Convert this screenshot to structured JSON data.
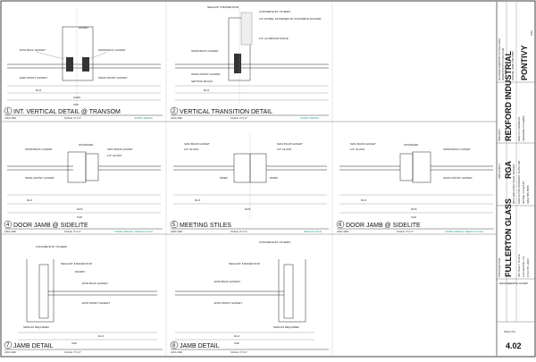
{
  "details": [
    {
      "num": "1",
      "title": "INT. VERTICAL DETAIL @ TRANSOM",
      "arch": "ARCH REF",
      "scale": "SCALE: 3\"=1'-0\"",
      "series": "SF3000 SERIES"
    },
    {
      "num": "2",
      "title": "VERTICAL TRANSITION DETAIL",
      "arch": "ARCH REF",
      "scale": "SCALE: 3\"=1'-0\"",
      "series": "SF3000 SERIES"
    },
    {
      "num": "4",
      "title": "DOOR JAMB @ SIDELITE",
      "arch": "ARCH REF",
      "scale": "SCALE: 3\"=1'-0\"",
      "series": "SF3000 SERIES / MEDIUM STILE"
    },
    {
      "num": "5",
      "title": "MEETING STILES",
      "arch": "ARCH REF",
      "scale": "SCALE: 3\"=1'-0\"",
      "series": "MEDIUM STILE"
    },
    {
      "num": "6",
      "title": "DOOR JAMB @ SIDELITE",
      "arch": "ARCH REF",
      "scale": "SCALE: 3\"=1'-0\"",
      "series": "SF3000 SERIES / MEDIUM STILE"
    },
    {
      "num": "7",
      "title": "JAMB DETAIL",
      "arch": "ARCH REF",
      "scale": "SCALE: 3\"=1'-0\"",
      "series": ""
    },
    {
      "num": "8",
      "title": "JAMB DETAIL",
      "arch": "ARCH REF",
      "scale": "SCALE: 3\"=1'-0\"",
      "series": ""
    }
  ],
  "callouts": {
    "d1": [
      "DUMMY",
      "E700 BACK GASKET",
      "S6150 BACK GASKET",
      "E200 FRONT GASKET",
      "S6101 FRONT GASKET",
      "DLO",
      "ACES",
      "OAF"
    ],
    "d2": [
      "SEALANT & BAKER ROD",
      "CONCRETE BY OTHERS",
      "1/4\" DOWEL FASTENER W/ CONCRETE ANCHOR",
      "S6150 BACK GASKET",
      "1/2\" ALUMINUM ANGLE",
      "S6101 FRONT GASKET",
      "SETTING BLOCK",
      "DLO"
    ],
    "d4": [
      "S6150 BACK GASKET",
      "S6101 FRONT GASKET",
      "STANDARD",
      "S201 BULB GASKET",
      "1/4\" GLASS",
      "DLO",
      "NOS",
      "OAF"
    ],
    "d5": [
      "S201 BULB GASKET",
      "1/4\" GLASS",
      "S201 BULB GASKET",
      "1/4\" GLASS",
      "D5002",
      "D5003",
      "DLO",
      "NOS"
    ],
    "d6": [
      "S201 BULB GASKET",
      "1/4\" GLASS",
      "S6150 BACK GASKET",
      "S6101 FRONT GASKET",
      "STANDARD",
      "DLO",
      "NOS",
      "OAF"
    ],
    "d7": [
      "CONCRETE BY OTHERS",
      "SEALANT & BAKER ROD",
      "DUMMY",
      "E700 BACK GASKET",
      "E700 FRONT GASKET",
      "SHIM AS REQUIRED",
      "DLO",
      "OAF"
    ],
    "d8": [
      "CONCRETE BY OTHERS",
      "SEALANT & BAKER ROD",
      "E700 BACK GASKET",
      "E700 FRONT GASKET",
      "SHIM AS REQUIRED",
      "DLO",
      "OAF"
    ]
  },
  "title_block": {
    "company": "PONTIVY",
    "company_sub": "USA",
    "company_lines": [
      "GLASSGUY@PONTIVYUSA.COM",
      "WWW.PONTIVYUSA.COM",
      "PHONE: (555) 555-5555"
    ],
    "architect_label": "ARCHITECT",
    "architect": "RGA",
    "architect_lines": [
      "RGA ARCHITECTURAL DESIGN",
      "1000 ALTON PARKWAY, SUITE 300",
      "IRVINE, CA 92618",
      "(949) 555-5555"
    ],
    "project_label": "PROJECT",
    "project": "REXFORD INDUSTRIAL",
    "project_lines": [
      "MAIN ST ADDRESS",
      "ANAHEIM, CA 92806"
    ],
    "contractor_label": "CONTRACTOR",
    "contractor": "FULLERTON GLASS",
    "contractor_lines": [
      "451 SALLY PLACE",
      "FULLERTON, CA",
      "(714) 871-3000"
    ],
    "stamp_label": "ENGINEERING STAMP",
    "sheet_label": "Sheet No.",
    "sheet_no": "4.02"
  }
}
